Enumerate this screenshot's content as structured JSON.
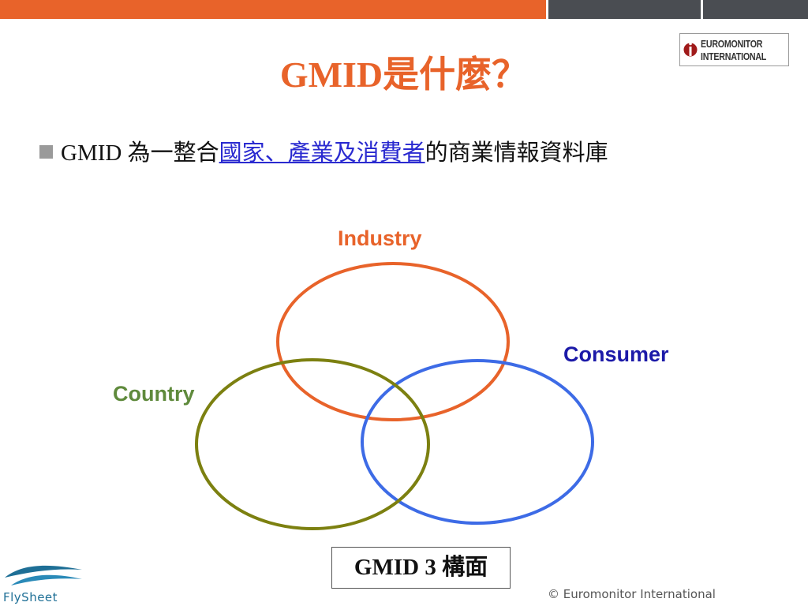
{
  "header": {
    "colors": {
      "orange": "#e8632a",
      "dark": "#4a4d52"
    }
  },
  "logo": {
    "line1": "EUROMONITOR",
    "line2": "INTERNATIONAL",
    "icon": "euromonitor-logo-icon"
  },
  "title": "GMID是什麼？",
  "bullet": {
    "prefix": "GMID 為一整合",
    "link": "國家、產業及消費者",
    "suffix": "的商業情報資料庫"
  },
  "venn": {
    "industry": {
      "label": "Industry",
      "color": "#e8632a"
    },
    "consumer": {
      "label": "Consumer",
      "color": "#3d6be6"
    },
    "country": {
      "label": "Country",
      "color": "#7c8010"
    }
  },
  "caption": "GMID 3 構面",
  "copyright": "© Euromonitor International",
  "footer_logo": {
    "text": "FlySheet",
    "icon": "flysheet-wave-icon"
  }
}
